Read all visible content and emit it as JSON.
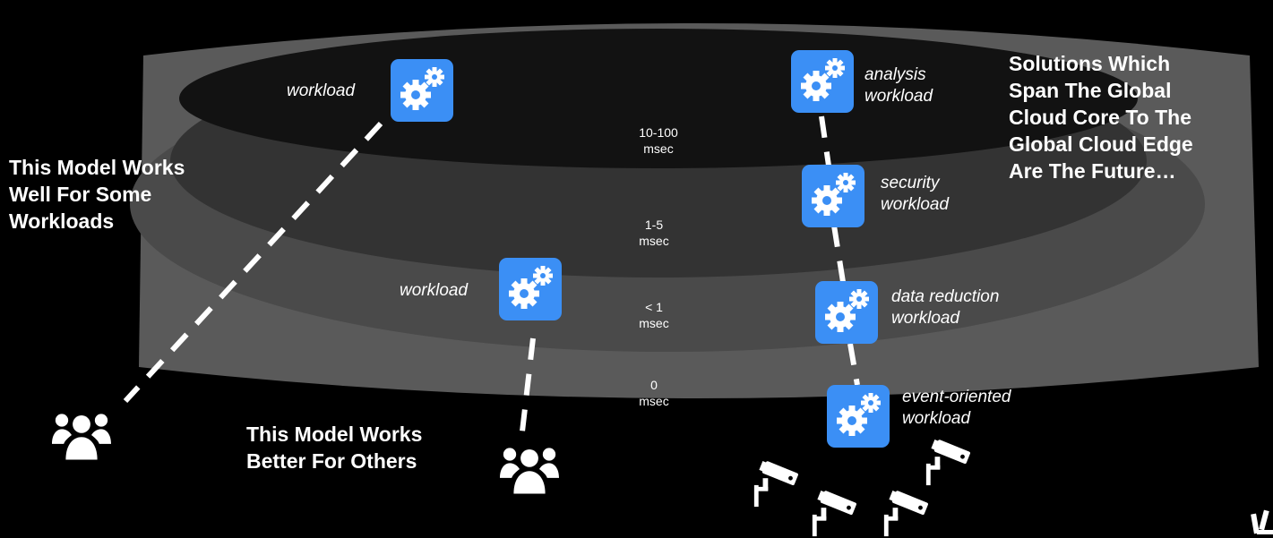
{
  "colors": {
    "background": "#000000",
    "ring_outer": "#5a5a5a",
    "ring_2": "#4a4a4a",
    "ring_3": "#333333",
    "ring_core": "#121212",
    "workload_tile": "#3b8ff5",
    "white": "#ffffff"
  },
  "latency": {
    "core": [
      "10-100",
      "msec"
    ],
    "mid": [
      "1-5",
      "msec"
    ],
    "inner": [
      "< 1",
      "msec"
    ],
    "edge": [
      "0",
      "msec"
    ]
  },
  "notes": {
    "left": [
      "This Model Works",
      "Well For Some",
      "Workloads"
    ],
    "bottom": [
      "This Model Works",
      "Better For Others"
    ],
    "right": [
      "Solutions Which",
      "Span The Global",
      "Cloud Core To The",
      "Global Cloud Edge",
      "Are The Future…"
    ]
  },
  "workloads": {
    "core": [
      "workload"
    ],
    "inner": [
      "workload"
    ],
    "analysis": [
      "analysis",
      "workload"
    ],
    "security": [
      "security",
      "workload"
    ],
    "data_reduction": [
      "data reduction",
      "workload"
    ],
    "event": [
      "event-oriented",
      "workload"
    ]
  },
  "icons": [
    "gears-icon",
    "users-icon",
    "camera-icon",
    "logo-mark"
  ]
}
